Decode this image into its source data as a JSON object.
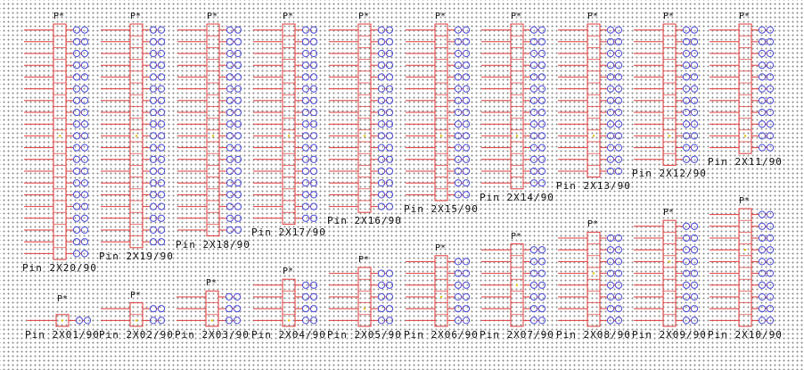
{
  "canvas": {
    "background": "#ffffff",
    "grid_dot_color": "#8a8a8a"
  },
  "colors": {
    "wire": "#e23a3a",
    "pin_circle": "#4a4ad8",
    "label": "#111111"
  },
  "components": [
    {
      "id": "Pin 2X20/90",
      "ref": "P*",
      "pins": 20,
      "row": "top"
    },
    {
      "id": "Pin 2X19/90",
      "ref": "P*",
      "pins": 19,
      "row": "top"
    },
    {
      "id": "Pin 2X18/90",
      "ref": "P*",
      "pins": 18,
      "row": "top"
    },
    {
      "id": "Pin 2X17/90",
      "ref": "P*",
      "pins": 17,
      "row": "top"
    },
    {
      "id": "Pin 2X16/90",
      "ref": "P*",
      "pins": 16,
      "row": "top"
    },
    {
      "id": "Pin 2X15/90",
      "ref": "P*",
      "pins": 15,
      "row": "top"
    },
    {
      "id": "Pin 2X14/90",
      "ref": "P*",
      "pins": 14,
      "row": "top"
    },
    {
      "id": "Pin 2X13/90",
      "ref": "P*",
      "pins": 13,
      "row": "top"
    },
    {
      "id": "Pin 2X12/90",
      "ref": "P*",
      "pins": 12,
      "row": "top"
    },
    {
      "id": "Pin 2X11/90",
      "ref": "P*",
      "pins": 11,
      "row": "top"
    },
    {
      "id": "Pin 2X01/90",
      "ref": "P*",
      "pins": 1,
      "row": "bottom"
    },
    {
      "id": "Pin 2X02/90",
      "ref": "P*",
      "pins": 2,
      "row": "bottom"
    },
    {
      "id": "Pin 2X03/90",
      "ref": "P*",
      "pins": 3,
      "row": "bottom"
    },
    {
      "id": "Pin 2X04/90",
      "ref": "P*",
      "pins": 4,
      "row": "bottom"
    },
    {
      "id": "Pin 2X05/90",
      "ref": "P*",
      "pins": 5,
      "row": "bottom"
    },
    {
      "id": "Pin 2X06/90",
      "ref": "P*",
      "pins": 6,
      "row": "bottom"
    },
    {
      "id": "Pin 2X07/90",
      "ref": "P*",
      "pins": 7,
      "row": "bottom"
    },
    {
      "id": "Pin 2X08/90",
      "ref": "P*",
      "pins": 8,
      "row": "bottom"
    },
    {
      "id": "Pin 2X09/90",
      "ref": "P*",
      "pins": 9,
      "row": "bottom"
    },
    {
      "id": "Pin 2X10/90",
      "ref": "P*",
      "pins": 10,
      "row": "bottom"
    }
  ]
}
